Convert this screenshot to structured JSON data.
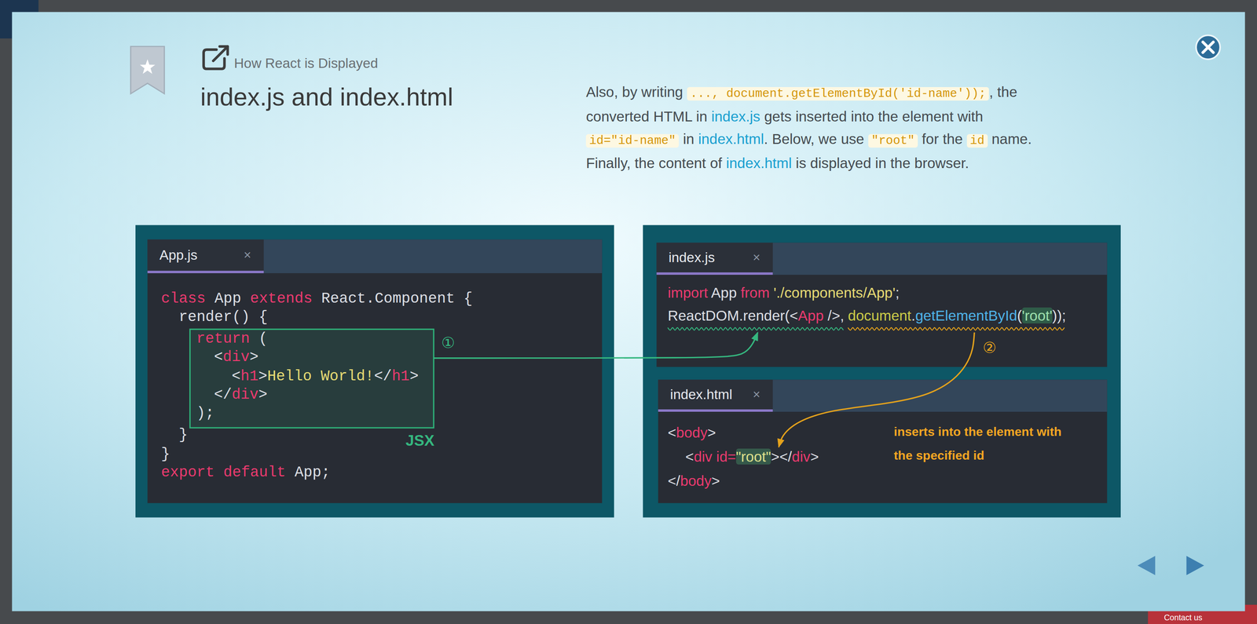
{
  "diagram": {
    "title": "index.js and index.html",
    "nodes": [
      {
        "text": [
          "App.js",
          "×",
          "class App extends React.Component {",
          "render() {",
          "}",
          "}",
          "export default App;"
        ]
      },
      {
        "text": [
          "return (",
          "<div>",
          "<h1>Hello World!</h1>",
          "</div>",
          ");"
        ],
        "in": 0
      },
      {
        "text": [
          "index.js",
          "×",
          "import App from './components/App';"
        ]
      },
      {
        "text": [
          "ReactDOM.render(<App />,"
        ],
        "in": 2
      },
      {
        "text": [
          "document.getElementById('root'));"
        ],
        "in": 2
      },
      {
        "text": [
          "index.html",
          "×",
          "<body>",
          "</body>"
        ]
      },
      {
        "text": [
          "<div id=\"root\"></div>"
        ],
        "in": 5
      }
    ],
    "edges": [
      {
        "from": 1,
        "to": 3,
        "arrow": "to",
        "label": "①"
      },
      {
        "from": 4,
        "to": 6,
        "arrow": "to",
        "label": "②"
      }
    ],
    "labels": [
      "How React is Displayed",
      "Also, by writing ..., document.getElementById('id-name'));, the converted HTML in index.js gets inserted into the element with id=\"id-name\" in index.html. Below, we use \"root\" for the id name. Finally, the content of index.html is displayed in the browser.",
      "JSX",
      "inserts into the element with the specified id",
      "Contact us"
    ]
  }
}
